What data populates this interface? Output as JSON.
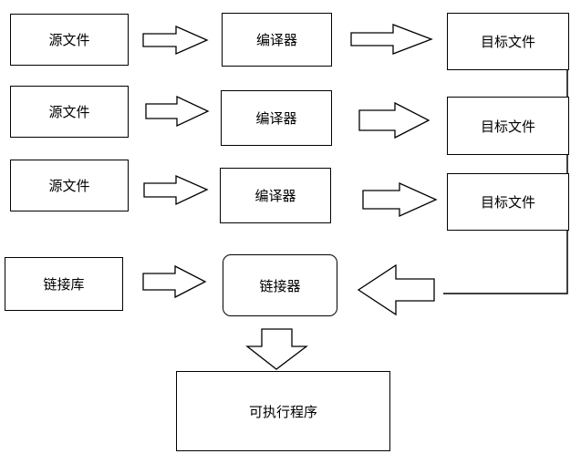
{
  "nodes": {
    "source_1": "源文件",
    "source_2": "源文件",
    "source_3": "源文件",
    "compiler_1": "编译器",
    "compiler_2": "编译器",
    "compiler_3": "编译器",
    "object_1": "目标文件",
    "object_2": "目标文件",
    "object_3": "目标文件",
    "library": "链接库",
    "linker": "链接器",
    "executable": "可执行程序"
  }
}
